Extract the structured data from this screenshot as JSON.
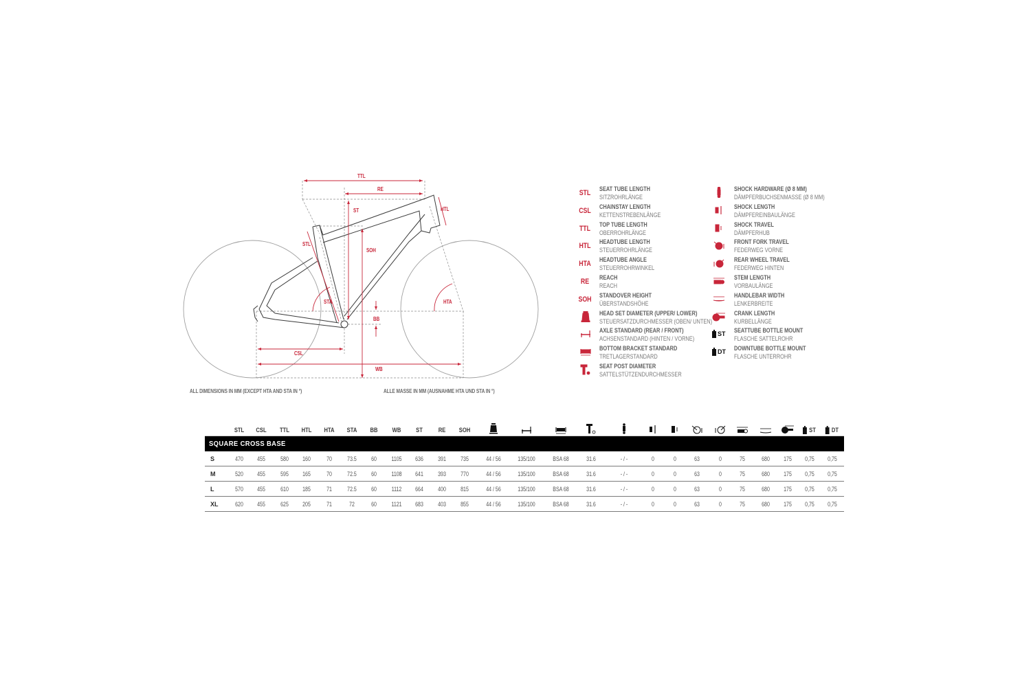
{
  "diagram": {
    "labels": {
      "ttl": "TTL",
      "re": "RE",
      "st": "ST",
      "htl": "HTL",
      "stl": "STL",
      "soh": "SOH",
      "sta": "STA",
      "hta": "HTA",
      "bb": "BB",
      "csl": "CSL",
      "wb": "WB"
    },
    "note_en": "ALL DIMENSIONS IN MM (EXCEPT HTA AND STA IN °)",
    "note_de": "ALLE MASSE IN MM (AUSNAHME HTA UND STA IN °)",
    "colors": {
      "accent": "#c8263a",
      "frame": "#3a3a3a",
      "wheel": "#9a9a9a"
    }
  },
  "legend": {
    "left": [
      {
        "abbr": "STL",
        "en": "SEAT TUBE LENGTH",
        "de": "SITZROHRLÄNGE"
      },
      {
        "abbr": "CSL",
        "en": "CHAINSTAY LENGTH",
        "de": "KETTENSTREBENLÄNGE"
      },
      {
        "abbr": "TTL",
        "en": "TOP TUBE LENGTH",
        "de": "OBERROHRLÄNGE"
      },
      {
        "abbr": "HTL",
        "en": "HEADTUBE LENGTH",
        "de": "STEUERROHRLÄNGE"
      },
      {
        "abbr": "HTA",
        "en": "HEADTUBE ANGLE",
        "de": "STEUERROHRWINKEL"
      },
      {
        "abbr": "RE",
        "en": "REACH",
        "de": "REACH"
      },
      {
        "abbr": "SOH",
        "en": "STANDOVER HEIGHT",
        "de": "ÜBERSTANDSHÖHE"
      },
      {
        "icon": "headset-icon",
        "en": "HEAD SET DIAMETER (UPPER/ LOWER)",
        "de": "STEUERSATZDURCHMESSER (OBEN/ UNTEN)"
      },
      {
        "icon": "axle-icon",
        "en": "AXLE STANDARD (REAR / FRONT)",
        "de": "ACHSENSTANDARD (HINTEN / VORNE)"
      },
      {
        "icon": "bottom-bracket-icon",
        "en": "BOTTOM BRACKET STANDARD",
        "de": "TRETLAGERSTANDARD"
      },
      {
        "icon": "seatpost-icon",
        "en": "SEAT POST DIAMETER",
        "de": "SATTELSTÜTZENDURCHMESSER"
      }
    ],
    "right": [
      {
        "icon": "shock-hardware-icon",
        "en": "SHOCK HARDWARE (Ø 8 MM)",
        "de": "DÄMPFERBUCHSENMASSE (Ø 8 MM)"
      },
      {
        "icon": "shock-length-icon",
        "en": "SHOCK LENGTH",
        "de": "DÄMPFEREINBAULÄNGE"
      },
      {
        "icon": "shock-travel-icon",
        "en": "SHOCK TRAVEL",
        "de": "DÄMPFERHUB"
      },
      {
        "icon": "front-fork-travel-icon",
        "en": "FRONT FORK TRAVEL",
        "de": "FEDERWEG VORNE"
      },
      {
        "icon": "rear-wheel-travel-icon",
        "en": "REAR WHEEL TRAVEL",
        "de": "FEDERWEG HINTEN"
      },
      {
        "icon": "stem-icon",
        "en": "STEM LENGTH",
        "de": "VORBAULÄNGE"
      },
      {
        "icon": "handlebar-icon",
        "en": "HANDLEBAR WIDTH",
        "de": "LENKERBREITE"
      },
      {
        "icon": "crank-icon",
        "en": "CRANK LENGTH",
        "de": "KURBELLÄNGE"
      },
      {
        "icon": "bottle-icon",
        "tag": "ST",
        "en": "SEATTUBE BOTTLE MOUNT",
        "de": "FLASCHE SATTELROHR"
      },
      {
        "icon": "bottle-icon",
        "tag": "DT",
        "en": "DOWNTUBE BOTTLE MOUNT",
        "de": "FLASCHE UNTERROHR"
      }
    ]
  },
  "table": {
    "model": "SQUARE CROSS BASE",
    "columns": [
      {
        "key": "STL",
        "label": "STL"
      },
      {
        "key": "CSL",
        "label": "CSL"
      },
      {
        "key": "TTL",
        "label": "TTL"
      },
      {
        "key": "HTL",
        "label": "HTL"
      },
      {
        "key": "HTA",
        "label": "HTA"
      },
      {
        "key": "STA",
        "label": "STA"
      },
      {
        "key": "BB",
        "label": "BB"
      },
      {
        "key": "WB",
        "label": "WB"
      },
      {
        "key": "ST",
        "label": "ST"
      },
      {
        "key": "RE",
        "label": "RE"
      },
      {
        "key": "SOH",
        "label": "SOH"
      },
      {
        "key": "headset",
        "icon": "headset-icon"
      },
      {
        "key": "axle",
        "icon": "axle-icon"
      },
      {
        "key": "bb_std",
        "icon": "bottom-bracket-icon"
      },
      {
        "key": "seatpost",
        "icon": "seatpost-icon"
      },
      {
        "key": "shock_hw",
        "icon": "shock-hardware-icon"
      },
      {
        "key": "shock_len",
        "icon": "shock-length-icon"
      },
      {
        "key": "shock_travel",
        "icon": "shock-travel-icon"
      },
      {
        "key": "fork_travel",
        "icon": "front-fork-travel-icon"
      },
      {
        "key": "rear_travel",
        "icon": "rear-wheel-travel-icon"
      },
      {
        "key": "stem",
        "icon": "stem-icon"
      },
      {
        "key": "bar",
        "icon": "handlebar-icon"
      },
      {
        "key": "crank",
        "icon": "crank-icon"
      },
      {
        "key": "bottle_st",
        "icon": "bottle-icon",
        "tag": "ST"
      },
      {
        "key": "bottle_dt",
        "icon": "bottle-icon",
        "tag": "DT"
      }
    ],
    "rows": [
      {
        "size": "S",
        "values": [
          "470",
          "455",
          "580",
          "160",
          "70",
          "73.5",
          "60",
          "1105",
          "636",
          "391",
          "735",
          "44 / 56",
          "135/100",
          "BSA 68",
          "31.6",
          "- / -",
          "0",
          "0",
          "63",
          "0",
          "75",
          "680",
          "175",
          "0,75",
          "0,75"
        ]
      },
      {
        "size": "M",
        "values": [
          "520",
          "455",
          "595",
          "165",
          "70",
          "72.5",
          "60",
          "1108",
          "641",
          "393",
          "770",
          "44 / 56",
          "135/100",
          "BSA 68",
          "31.6",
          "- / -",
          "0",
          "0",
          "63",
          "0",
          "75",
          "680",
          "175",
          "0,75",
          "0,75"
        ]
      },
      {
        "size": "L",
        "values": [
          "570",
          "455",
          "610",
          "185",
          "71",
          "72.5",
          "60",
          "1112",
          "664",
          "400",
          "815",
          "44 / 56",
          "135/100",
          "BSA 68",
          "31.6",
          "- / -",
          "0",
          "0",
          "63",
          "0",
          "75",
          "680",
          "175",
          "0,75",
          "0,75"
        ]
      },
      {
        "size": "XL",
        "values": [
          "620",
          "455",
          "625",
          "205",
          "71",
          "72",
          "60",
          "1121",
          "683",
          "403",
          "855",
          "44 / 56",
          "135/100",
          "BSA 68",
          "31.6",
          "- / -",
          "0",
          "0",
          "63",
          "0",
          "75",
          "680",
          "175",
          "0,75",
          "0,75"
        ]
      }
    ]
  }
}
